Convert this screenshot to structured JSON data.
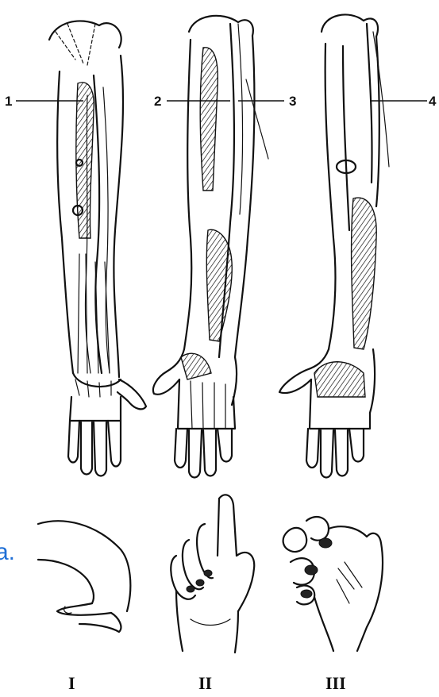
{
  "callouts": [
    "1",
    "2",
    "3",
    "4"
  ],
  "figure_labels": [
    "I",
    "II",
    "III"
  ],
  "side_text": "a.",
  "colors": {
    "ink": "#111111",
    "side_text": "#1f6fd6",
    "background": "#ffffff"
  }
}
